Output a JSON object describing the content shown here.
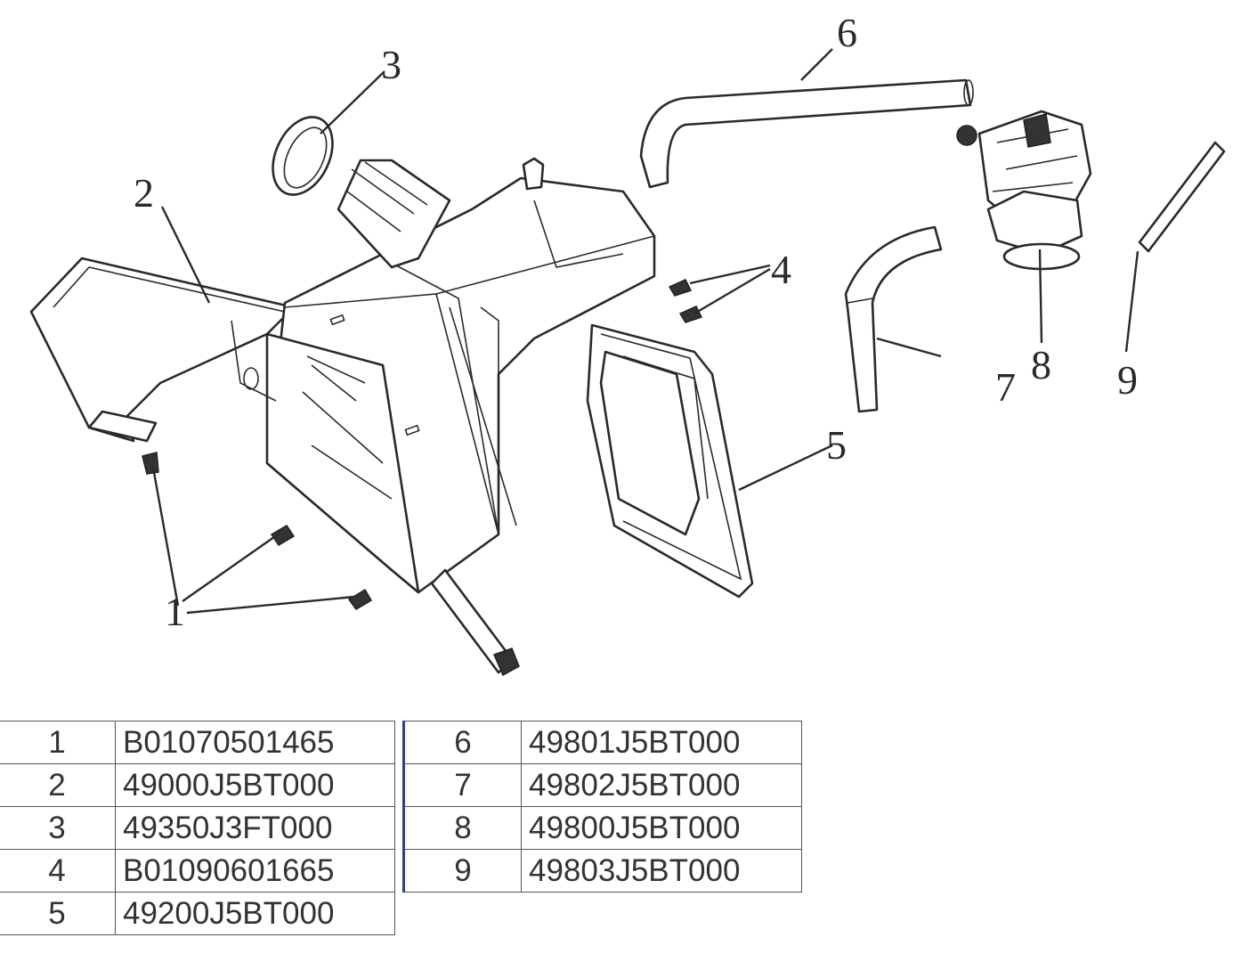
{
  "callouts": [
    "1",
    "2",
    "3",
    "4",
    "5",
    "6",
    "7",
    "8",
    "9"
  ],
  "parts_table": {
    "left": [
      {
        "no": "1",
        "code": "B01070501465"
      },
      {
        "no": "2",
        "code": "49000J5BT000"
      },
      {
        "no": "3",
        "code": "49350J3FT000"
      },
      {
        "no": "4",
        "code": "B01090601665"
      },
      {
        "no": "5",
        "code": "49200J5BT000"
      }
    ],
    "right": [
      {
        "no": "6",
        "code": "49801J5BT000"
      },
      {
        "no": "7",
        "code": "49802J5BT000"
      },
      {
        "no": "8",
        "code": "49800J5BT000"
      },
      {
        "no": "9",
        "code": "49803J5BT000"
      }
    ]
  }
}
